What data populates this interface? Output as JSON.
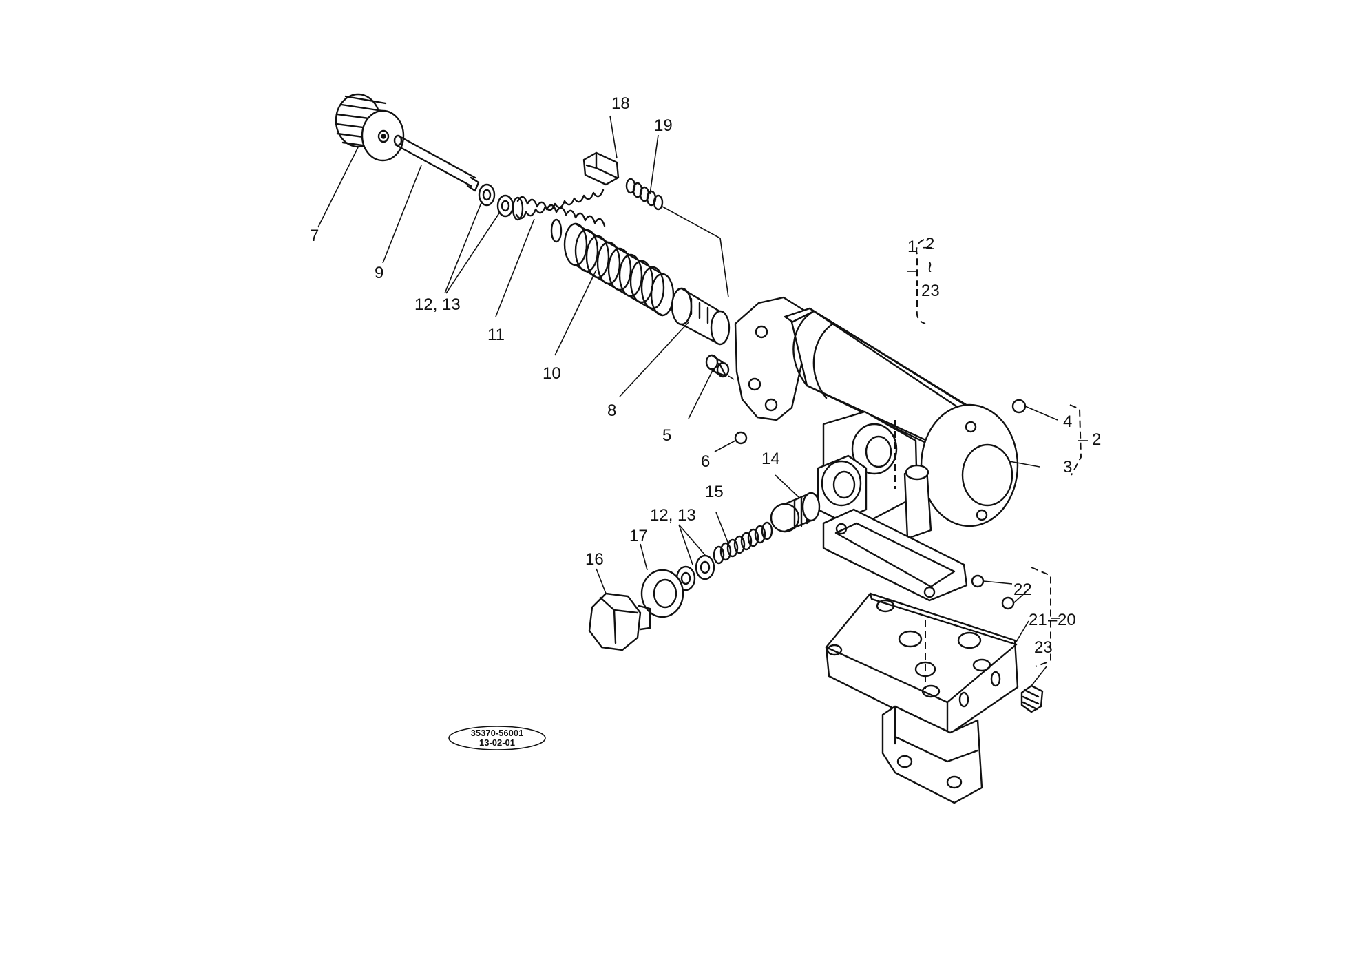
{
  "labels": {
    "p1": "1",
    "p2": "2",
    "p23": "23",
    "p2b": "2",
    "p3": "3",
    "p4": "4",
    "p5": "5",
    "p6": "6",
    "p7": "7",
    "p8": "8",
    "p9": "9",
    "p10": "10",
    "p11": "11",
    "p12_13a": "12, 13",
    "p12_13b": "12, 13",
    "p14": "14",
    "p15": "15",
    "p16": "16",
    "p17": "17",
    "p18": "18",
    "p19": "19",
    "p20": "20",
    "p21": "21",
    "p22": "22",
    "p23b": "23"
  },
  "stamp": {
    "line1": "35370-56001",
    "line2": "13-02-01"
  }
}
